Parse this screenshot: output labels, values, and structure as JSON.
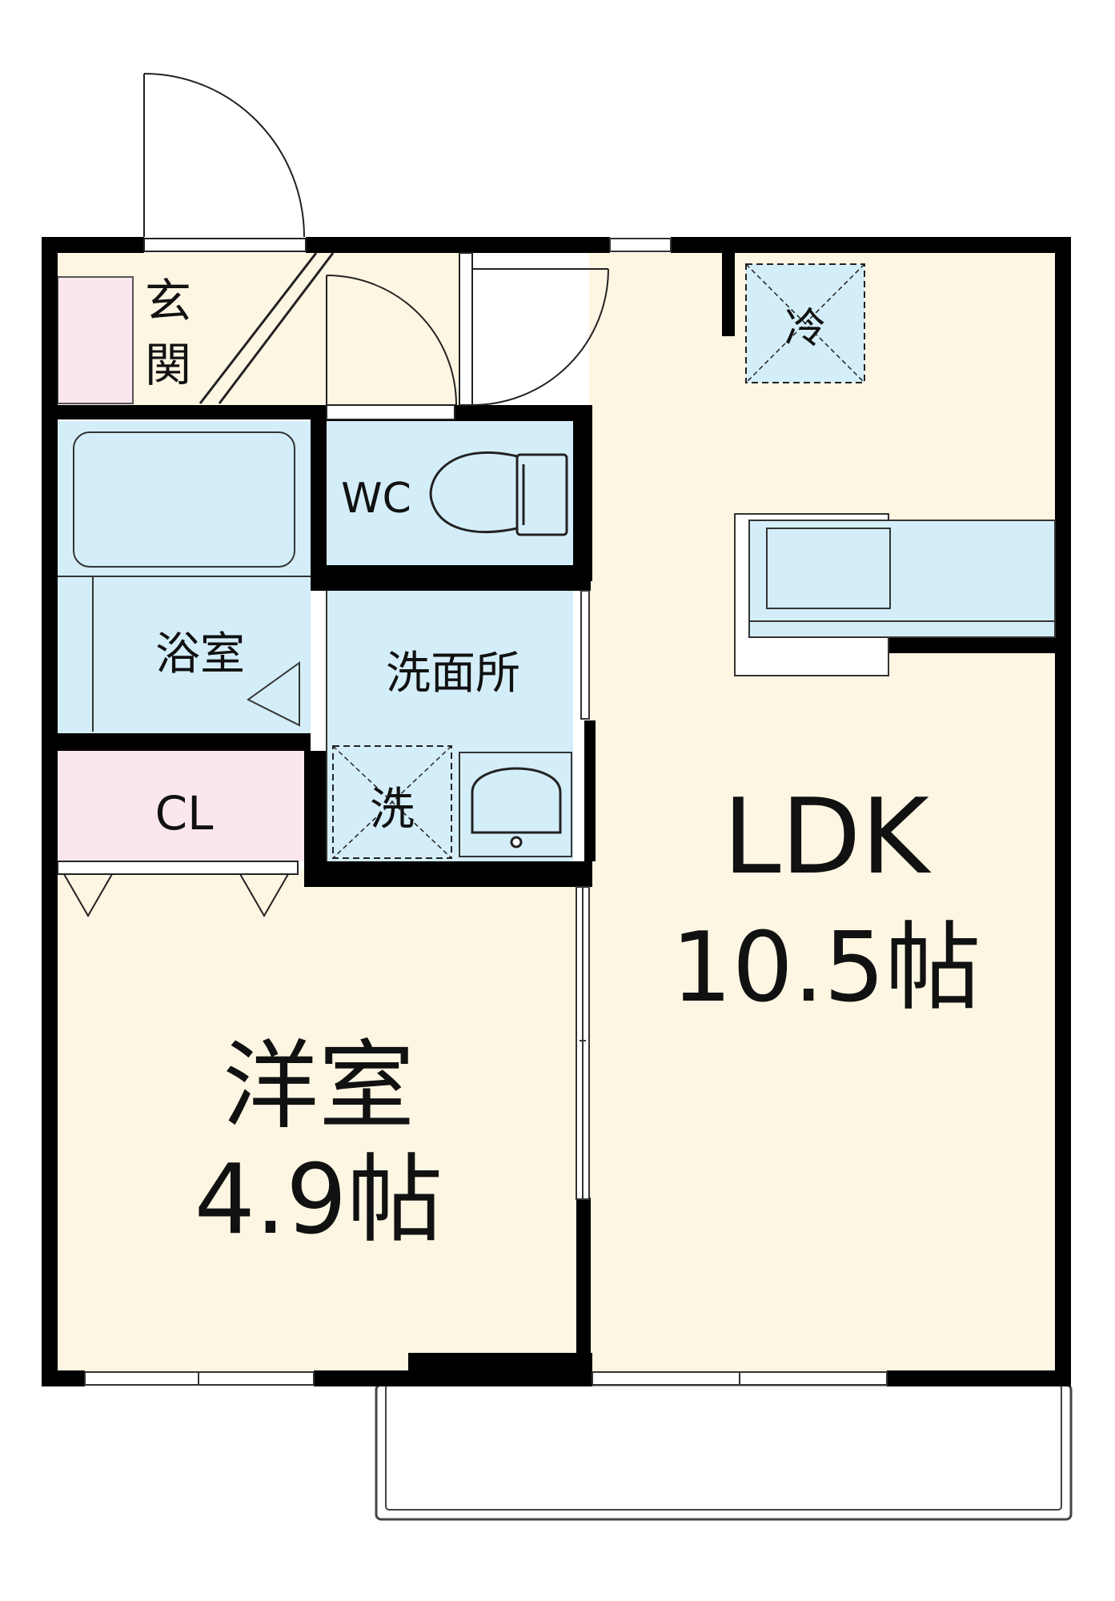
{
  "rooms": {
    "entrance": "玄関",
    "wc": "WC",
    "bath": "浴室",
    "washroom": "洗面所",
    "washer": "洗",
    "closet": "CL",
    "fridge": "冷",
    "ldk": {
      "name": "LDK",
      "size": "10.5帖"
    },
    "western": {
      "name": "洋室",
      "size": "4.9帖"
    }
  },
  "colors": {
    "floor": "#fdf6e3",
    "wet": "#d4eef9",
    "storage": "#fbe6ee",
    "wall": "#000000",
    "outline": "#111111"
  }
}
